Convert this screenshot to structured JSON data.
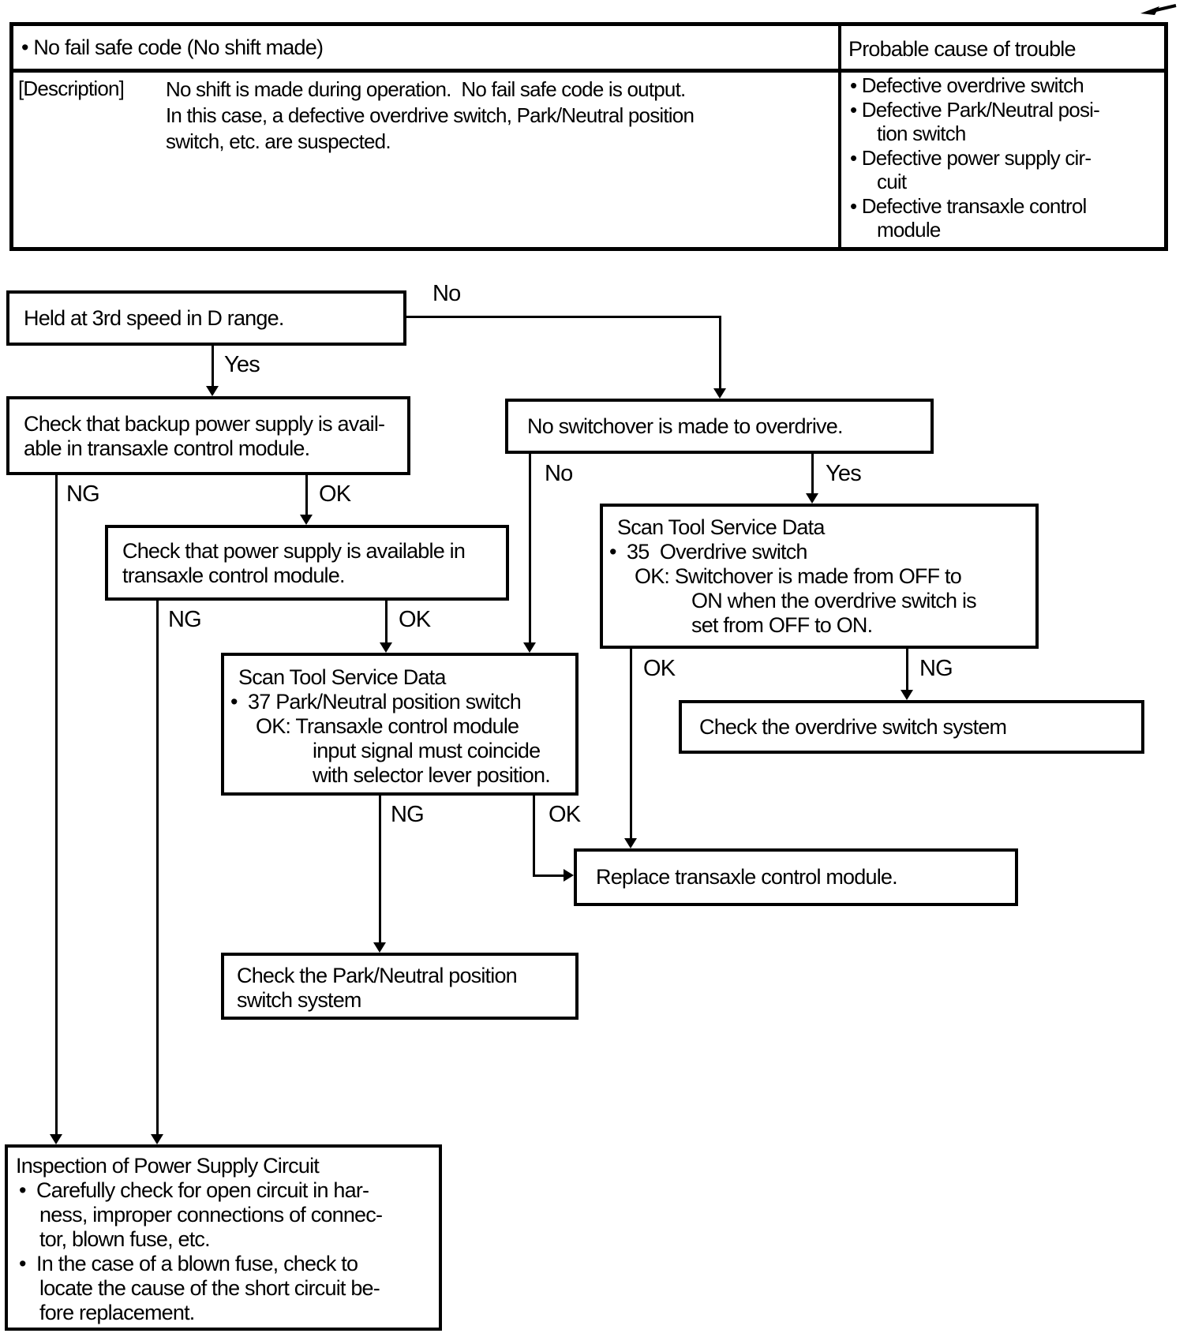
{
  "table": {
    "title": "• No fail safe code (No shift made)",
    "causes_header": "Probable cause of trouble",
    "description_label": "[Description]",
    "description_lines": [
      "No shift is made during operation.  No fail safe code is output.",
      "In this case, a defective overdrive switch, Park/Neutral position",
      "switch, etc. are suspected."
    ],
    "cause_lines": [
      "• Defective overdrive switch",
      "• Defective Park/Neutral posi-",
      "tion switch",
      "• Defective power supply cir-",
      "cuit",
      "• Defective transaxle control",
      "module"
    ]
  },
  "flow": {
    "held": {
      "lines": [
        "Held at 3rd speed in D range."
      ]
    },
    "backup_power": {
      "lines": [
        "Check that backup power supply is avail-",
        "able in transaxle control module."
      ]
    },
    "no_switchover": {
      "lines": [
        "No switchover is made to overdrive."
      ]
    },
    "power_supply": {
      "lines": [
        "Check that power supply is available in",
        "transaxle control module."
      ]
    },
    "scan35": {
      "lines": [
        "Scan Tool Service Data",
        "•  35  Overdrive switch",
        "OK: Switchover is made from OFF to",
        "ON when the overdrive switch is",
        "set from OFF to ON."
      ]
    },
    "scan37": {
      "lines": [
        "Scan Tool Service Data",
        "•  37 Park/Neutral position switch",
        "OK: Transaxle control module",
        "input signal must coincide",
        "with selector lever position."
      ]
    },
    "check_overdrive": {
      "lines": [
        "Check the overdrive switch system"
      ]
    },
    "replace_module": {
      "lines": [
        "Replace transaxle control module."
      ]
    },
    "check_park_neutral": {
      "lines": [
        "Check the Park/Neutral position",
        "switch system"
      ]
    },
    "inspection": {
      "lines": [
        "Inspection of Power Supply Circuit",
        "•  Carefully check for open circuit in har-",
        "ness, improper connections of connec-",
        "tor, blown fuse, etc.",
        "•  In the case of a blown fuse, check to",
        "locate the cause of the short circuit be-",
        "fore replacement."
      ]
    }
  },
  "labels": {
    "yes": "Yes",
    "no": "No",
    "ok": "OK",
    "ng": "NG"
  }
}
